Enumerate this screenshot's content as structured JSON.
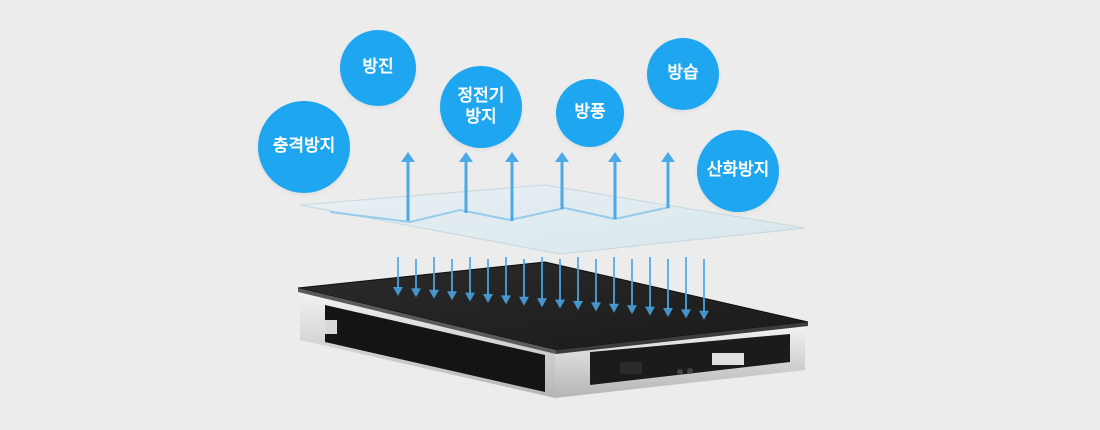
{
  "colors": {
    "background": "#ececec",
    "bubble": "#1ea6f0",
    "bubble_text": "#ffffff",
    "arrow": "#4aa9e8",
    "film": "#dde9ee"
  },
  "features": [
    {
      "id": "shock",
      "label": "충격방지"
    },
    {
      "id": "dust",
      "label": "방진"
    },
    {
      "id": "antistatic",
      "label": "정전기\n방지"
    },
    {
      "id": "wind",
      "label": "방풍"
    },
    {
      "id": "moisture",
      "label": "방습"
    },
    {
      "id": "oxidation",
      "label": "산화방지"
    }
  ],
  "icons": {
    "up_arrows": "arrow-up-icon",
    "down_arrows": "arrow-down-icon"
  }
}
